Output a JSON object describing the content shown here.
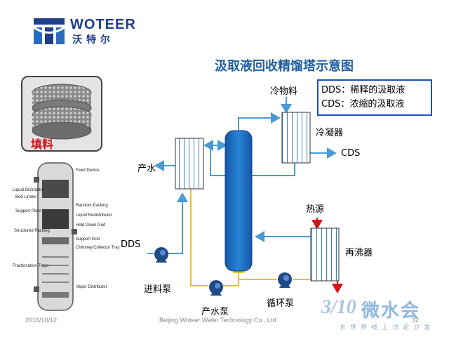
{
  "header": {
    "logo_name": "WOTEER",
    "logo_cn": "沃特尔"
  },
  "title": "汲取液回收精馏塔示意图",
  "legend": {
    "dds": "DDS：稀释的汲取液",
    "cds": "CDS：浓缩的汲取液"
  },
  "packing_label": "填料",
  "diagram": {
    "cold_material": "冷物料",
    "condenser": "冷凝器",
    "cds_out": "CDS",
    "produced_water": "产水",
    "heat_source": "热源",
    "reboiler": "再沸器",
    "dds_in": "DDS",
    "feed_pump": "进料泵",
    "water_pump": "产水泵",
    "circulation_pump": "循环泵"
  },
  "column_callouts": {
    "feed_device": "Feed Device",
    "liquid_distributor": "Liquid Distributor",
    "bed_limiter": "Bed Limiter",
    "random_packing": "Random Packing",
    "support_plate": "Support Plate",
    "liquid_redistributor": "Liquid Redistributor",
    "hold_down_grid": "Hold Down Grid",
    "structured_packing": "Structured Packing",
    "support_grid": "Support Grid",
    "chimney_collector_tray": "Chimney/Collector Tray",
    "fractionation_trays": "Fractionation Trays",
    "vapor_distributor": "Vapor Distributor"
  },
  "footer": {
    "date": "2016/10/12",
    "company": "Beijing Woteer Water Technology Co., Ltd",
    "page": "32"
  },
  "watermark": {
    "number": "3/10",
    "name": "微水会",
    "slogan": "水世界线上讨论沙龙"
  },
  "colors": {
    "brand_blue": "#1f3f8a",
    "title_blue": "#1f5f9f",
    "pipe_blue": "#4a9bd4",
    "pipe_yellow": "#e8c22a",
    "heat_red": "#d0121b",
    "column_blue": "#1d6fc4"
  }
}
